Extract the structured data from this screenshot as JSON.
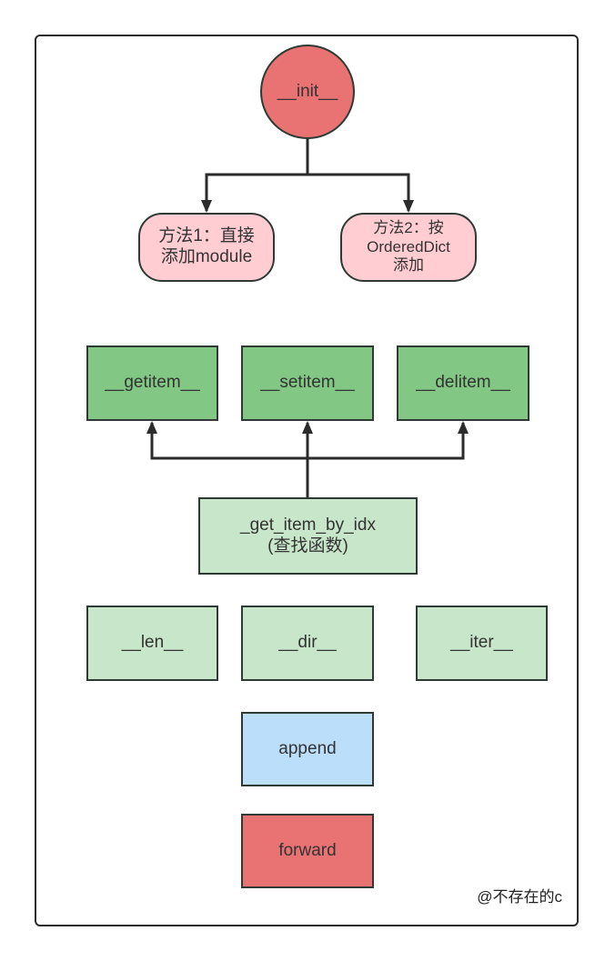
{
  "colors": {
    "red": "#e87372",
    "pink": "#ffcdd2",
    "green_dark": "#82c884",
    "green_light": "#c8e6c9",
    "blue": "#bbdefb",
    "stroke": "#2e3a33"
  },
  "nodes": {
    "init": "__init__",
    "method1": "方法1：直接\n添加module",
    "method2": "方法2：按\nOrderedDict\n添加",
    "getitem": "__getitem__",
    "setitem": "__setitem__",
    "delitem": "__delitem__",
    "get_item_by_idx": "_get_item_by_idx\n(查找函数)",
    "len": "__len__",
    "dir": "__dir__",
    "iter": "__iter__",
    "append": "append",
    "forward": "forward"
  },
  "credit": "@不存在的c"
}
